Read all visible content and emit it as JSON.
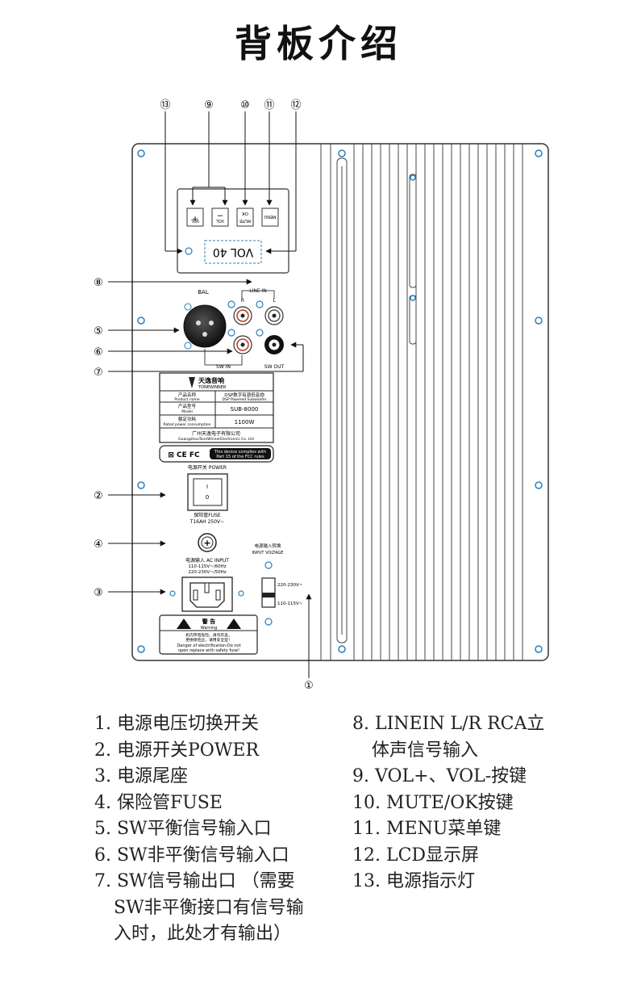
{
  "title": "背板介绍",
  "callouts": [
    "①",
    "②",
    "③",
    "④",
    "⑤",
    "⑥",
    "⑦",
    "⑧",
    "⑨",
    "⑩",
    "⑪",
    "⑫",
    "⑬"
  ],
  "panel": {
    "buttons": {
      "vol_plus_sign": "+",
      "vol_plus": "VOL",
      "vol_minus_sign": "−",
      "vol_minus": "VOL",
      "ok": "OK",
      "mute": "MUTE",
      "menu": "MENU"
    },
    "lcd_text": "VOL 40",
    "bal_label": "BAL",
    "line_in_label": "LINE IN",
    "r_label": "R",
    "l_label": "L",
    "sw_in_label": "SW IN",
    "sw_out_label": "SW OUT"
  },
  "nameplate": {
    "brand_cn": "天逸音响",
    "brand_en": "TONEWINNER",
    "rows": [
      {
        "label_cn": "产品名称",
        "label_en": "Product name",
        "value_cn": "DSP数字有源低音炮",
        "value_en": "DSP Powered Subwoofer"
      },
      {
        "label_cn": "产品型号",
        "label_en": "Model",
        "value_cn": "",
        "value_en": "SUB-8000"
      },
      {
        "label_cn": "额定功耗",
        "label_en": "Rated power consumption",
        "value_cn": "",
        "value_en": "1100W"
      }
    ],
    "company_cn": "广州天逸电子有限公司",
    "company_en": "GuangzhouToneWinnerElectronics Co. Ltd",
    "fcc_text_1": "This device complies with",
    "fcc_text_2": "Part 15 of the FCC rules",
    "cert_marks": "⊠ CE FC"
  },
  "power_switch": {
    "label": "电源开关 POWER",
    "on": "I",
    "off": "0"
  },
  "fuse": {
    "label": "保险管FUSE",
    "rating": "T16AH 250V~"
  },
  "ac_input": {
    "label": "电源输入 AC INPUT",
    "line1": "110-115V~/60Hz",
    "line2": "220-230V~/50Hz"
  },
  "voltage_switch": {
    "label_cn": "电源输入转换",
    "label_en": "INPUT  VOLTAGE",
    "high": "220-230V~",
    "low": "110-115V~"
  },
  "warning": {
    "title_cn": "警 告",
    "title_en": "Warning",
    "text_cn_1": "机内带电危险，请勿开盖，",
    "text_cn_2": "更换保险丝，请用安全型！",
    "text_en_1": "Danger of electrification-Do not",
    "text_en_2": "open replace with safety fuse!"
  },
  "legend_left": [
    "1. 电源电压切换开关",
    "2. 电源开关POWER",
    "3. 电源尾座",
    "4. 保险管FUSE",
    "5. SW平衡信号输入口",
    "6. SW非平衡信号输入口",
    "7. SW信号输出口 （需要",
    "SW非平衡接口有信号输",
    "入时，此处才有输出）"
  ],
  "legend_right": [
    "8. LINEIN L/R RCA立",
    "体声信号输入",
    "9. VOL+、VOL-按键",
    "10. MUTE/OK按键",
    "11. MENU菜单键",
    "12. LCD显示屏",
    "13. 电源指示灯"
  ]
}
